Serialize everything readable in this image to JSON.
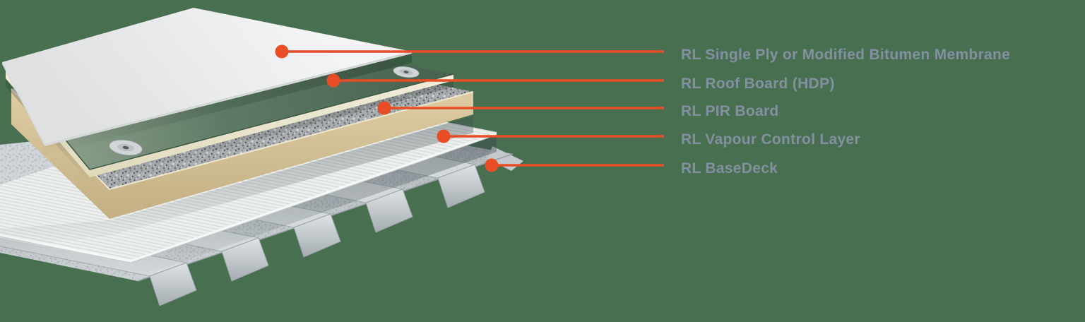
{
  "canvas": {
    "background_color": "#487050"
  },
  "callouts": {
    "accent_color": "#E94D26",
    "label_color": "#8290A0",
    "items": [
      {
        "label": "RL Single Ply or Modified Bitumen Membrane"
      },
      {
        "label": "RL Roof Board (HDP)"
      },
      {
        "label": "RL PIR Board"
      },
      {
        "label": "RL Vapour Control Layer"
      },
      {
        "label": "RL BaseDeck"
      }
    ]
  },
  "diagram": {
    "description": "Exploded isometric view of a flat roof build-up",
    "layers": [
      {
        "name": "membrane",
        "color": "#EDEFF0"
      },
      {
        "name": "roof-board-hdp",
        "color": "#5E7A66",
        "edge_color": "#F1EDDA",
        "fastener_plates": 2
      },
      {
        "name": "pir-board",
        "top_color": "#A9ADAF",
        "side_color": "#D5C398"
      },
      {
        "name": "vapour-control-layer",
        "color": "#ECEFED"
      },
      {
        "name": "basedeck",
        "color": "#C6CCCF",
        "profile": "trapezoidal",
        "flutes": 5
      }
    ]
  }
}
